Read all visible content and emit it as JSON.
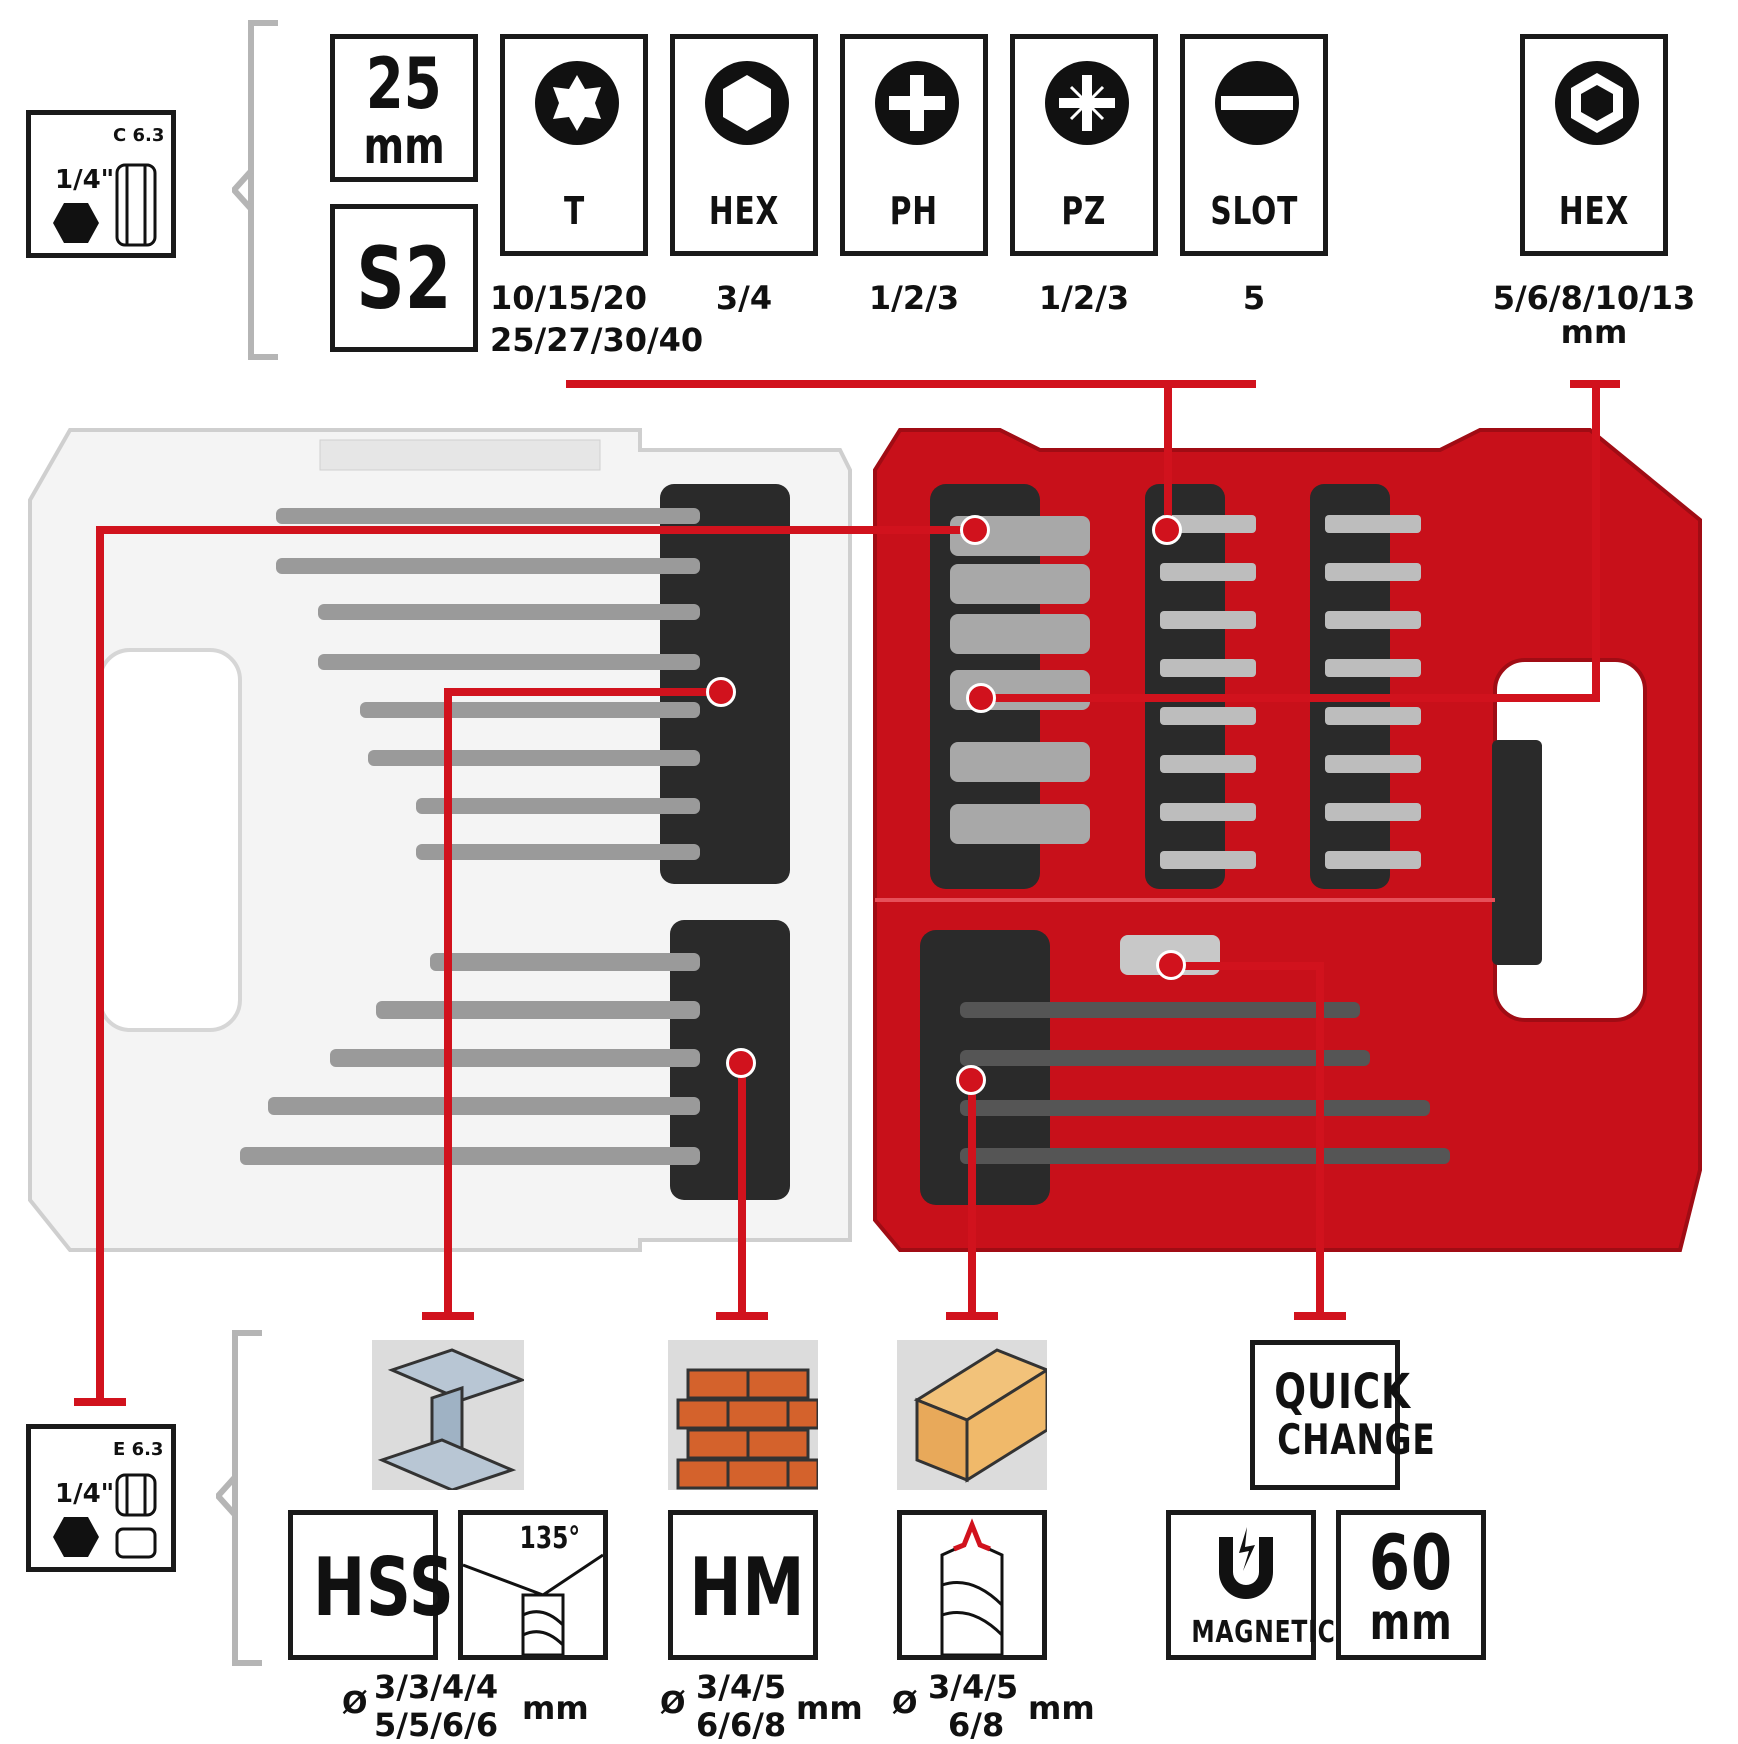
{
  "top_specs": {
    "length": {
      "value": "25",
      "unit": "mm"
    },
    "material": "S2",
    "shank_top": {
      "size": "1/4\"",
      "standard": "C 6.3"
    }
  },
  "bit_types": [
    {
      "icon": "torx-icon",
      "label": "T",
      "sizes": [
        "10/15/20",
        "25/27/30/40"
      ]
    },
    {
      "icon": "hex-icon",
      "label": "HEX",
      "sizes": [
        "3/4"
      ]
    },
    {
      "icon": "phillips-icon",
      "label": "PH",
      "sizes": [
        "1/2/3"
      ]
    },
    {
      "icon": "pozidriv-icon",
      "label": "PZ",
      "sizes": [
        "1/2/3"
      ]
    },
    {
      "icon": "slot-icon",
      "label": "SLOT",
      "sizes": [
        "5"
      ]
    }
  ],
  "nut_driver": {
    "icon": "hex-nut-icon",
    "label": "HEX",
    "sizes": "5/6/8/10/13",
    "unit": "mm"
  },
  "shank_bottom": {
    "size": "1/4\"",
    "standard": "E 6.3"
  },
  "drill_groups": [
    {
      "material_icon": "steel-beam-icon",
      "label": "HSS",
      "angle": "135°",
      "diameter": [
        "3/3/4/4",
        "5/5/6/6"
      ],
      "unit": "mm"
    },
    {
      "material_icon": "brick-wall-icon",
      "label": "HM",
      "diameter": [
        "3/4/5",
        "6/6/8"
      ],
      "unit": "mm"
    },
    {
      "material_icon": "wood-plank-icon",
      "label": "",
      "diameter": [
        "3/4/5",
        "6/8"
      ],
      "unit": "mm"
    }
  ],
  "holder": {
    "quick_change": [
      "QUICK",
      "CHANGE"
    ],
    "magnetic": "MAGNETIC",
    "length": {
      "value": "60",
      "unit": "mm"
    }
  },
  "diameter_symbol": "Ø",
  "colors": {
    "accent": "#d1121d",
    "case_red": "#c8101a",
    "dark": "#1a1a1a",
    "bracket": "#b5b5b5"
  }
}
